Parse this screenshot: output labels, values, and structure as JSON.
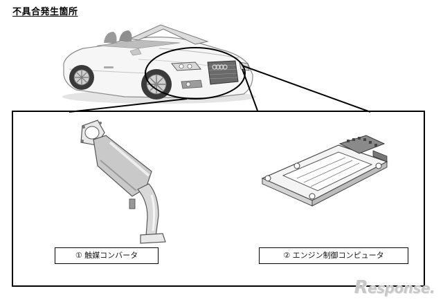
{
  "header": {
    "title": "不具合発生箇所"
  },
  "parts": [
    {
      "label": "① 触媒コンバータ",
      "icon": "catalytic-converter-illustration"
    },
    {
      "label": "② エンジン制御コンピュータ",
      "icon": "engine-control-unit-illustration"
    }
  ],
  "car": {
    "icon": "convertible-car-illustration"
  },
  "watermark": {
    "text": "Response.",
    "initial": "R",
    "rest": "esponse."
  }
}
